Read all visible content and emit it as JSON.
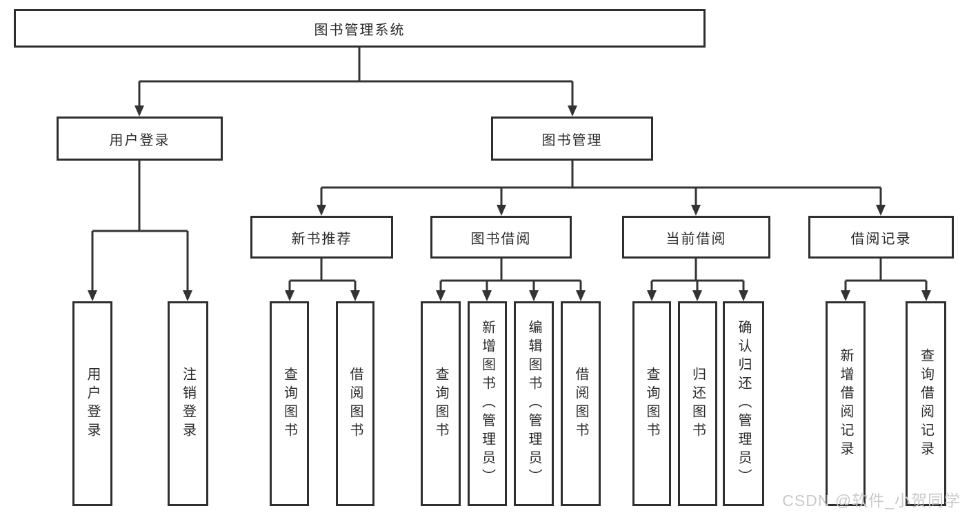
{
  "diagram": {
    "title": "图书管理系统",
    "type": "hierarchy-tree",
    "colors": {
      "line": "#333333",
      "box_border": "#2e2e2e",
      "box_background": "#ffffff",
      "text": "#2b2b2b",
      "watermark": "#c9c9c9"
    },
    "nodes": {
      "root": {
        "label": "图书管理系统"
      },
      "user_login": {
        "label": "用户登录"
      },
      "book_management": {
        "label": "图书管理"
      },
      "new_book_recommend": {
        "label": "新书推荐"
      },
      "book_borrowing": {
        "label": "图书借阅"
      },
      "current_borrowing": {
        "label": "当前借阅"
      },
      "borrowing_records": {
        "label": "借阅记录"
      },
      "user_login_leaf": {
        "label": "用户登录"
      },
      "logout_leaf": {
        "label": "注销登录"
      },
      "nbr_query_books": {
        "label": "查询图书"
      },
      "nbr_borrow_books": {
        "label": "借阅图书"
      },
      "bb_query_books": {
        "label": "查询图书"
      },
      "bb_add_books": {
        "label": "新增图书（管理员）"
      },
      "bb_edit_books": {
        "label": "编辑图书（管理员）"
      },
      "bb_borrow_books": {
        "label": "借阅图书"
      },
      "cb_query_books": {
        "label": "查询图书"
      },
      "cb_return_books": {
        "label": "归还图书"
      },
      "cb_confirm_return": {
        "label": "确认归还（管理员）"
      },
      "br_add_record": {
        "label": "新增借阅记录"
      },
      "br_query_record": {
        "label": "查询借阅记录"
      }
    },
    "structure": {
      "root": [
        "user_login",
        "book_management"
      ],
      "user_login": [
        "user_login_leaf",
        "logout_leaf"
      ],
      "book_management": [
        "new_book_recommend",
        "book_borrowing",
        "current_borrowing",
        "borrowing_records"
      ],
      "new_book_recommend": [
        "nbr_query_books",
        "nbr_borrow_books"
      ],
      "book_borrowing": [
        "bb_query_books",
        "bb_add_books",
        "bb_edit_books",
        "bb_borrow_books"
      ],
      "current_borrowing": [
        "cb_query_books",
        "cb_return_books",
        "cb_confirm_return"
      ],
      "borrowing_records": [
        "br_add_record",
        "br_query_record"
      ]
    },
    "watermark": {
      "text": "CSDN @软件_小贺同学"
    }
  }
}
